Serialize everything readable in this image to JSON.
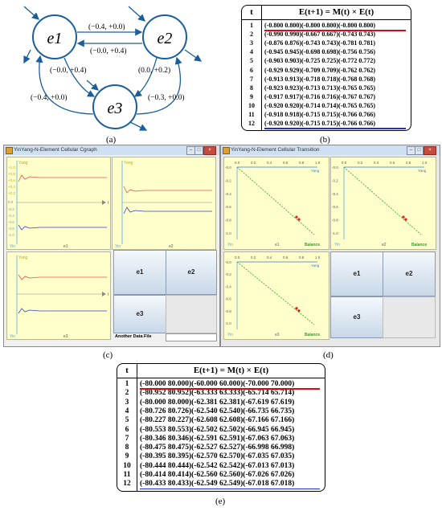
{
  "captions": {
    "a": "(a)",
    "b": "(b)",
    "c": "(c)",
    "d": "(d)",
    "e": "(e)"
  },
  "diagram": {
    "nodes": {
      "e1": "e1",
      "e2": "e2",
      "e3": "e3"
    },
    "edges": {
      "e1_e2_top": "(−0.4, +0.0)",
      "e2_e1": "(−0.0, +0.4)",
      "e1_e3": "(−0.0, +0.4)",
      "e2_e3": "(0.0, +0.2)",
      "e3_e1": "(−0.4, +0.0)",
      "e3_e2": "(−0.3, +0.0)"
    }
  },
  "table_b": {
    "head_t": "t",
    "head_f": "E(t+1) = M(t) × E(t)",
    "rows": [
      {
        "t": "1",
        "v": "(-0.800 0.800)(-0.800 0.800)(-0.800 0.800)"
      },
      {
        "t": "2",
        "v": "(-0.990 0.990)(-0.667 0.667)(-0.743 0.743)"
      },
      {
        "t": "3",
        "v": "(-0.876 0.876)(-0.743 0.743)(-0.781 0.781)"
      },
      {
        "t": "4",
        "v": "(-0.945 0.945)(-0.698 0.698)(-0.756 0.756)"
      },
      {
        "t": "5",
        "v": "(-0.903 0.903)(-0.725 0.725)(-0.772 0.772)"
      },
      {
        "t": "6",
        "v": "(-0.929 0.929)(-0.709 0.709)(-0.762 0.762)"
      },
      {
        "t": "7",
        "v": "(-0.913 0.913)(-0.718 0.718)(-0.768 0.768)"
      },
      {
        "t": "8",
        "v": "(-0.923 0.923)(-0.713 0.713)(-0.765 0.765)"
      },
      {
        "t": "9",
        "v": "(-0.917 0.917)(-0.716 0.716)(-0.767 0.767)"
      },
      {
        "t": "10",
        "v": "(-0.920 0.920)(-0.714 0.714)(-0.765 0.765)"
      },
      {
        "t": "11",
        "v": "(-0.918 0.918)(-0.715 0.715)(-0.766 0.766)"
      },
      {
        "t": "12",
        "v": "(-0.920 0.920)(-0.715 0.715)(-0.766 0.766)"
      }
    ]
  },
  "table_e": {
    "head_t": "t",
    "head_f": "E(t+1) = M(t) × E(t)",
    "rows": [
      {
        "t": "1",
        "v": "(-80.000 80.000)(-60.000 60.000)(-70.000 70.000)"
      },
      {
        "t": "2",
        "v": "(-80.952 80.952)(-63.333 63.333)(-65.714 65.714)"
      },
      {
        "t": "3",
        "v": "(-80.000 80.000)(-62.381 62.381)(-67.619 67.619)"
      },
      {
        "t": "4",
        "v": "(-80.726 80.726)(-62.540 62.540)(-66.735 66.735)"
      },
      {
        "t": "5",
        "v": "(-80.227 80.227)(-62.608 62.608)(-67.166 67.166)"
      },
      {
        "t": "6",
        "v": "(-80.553 80.553)(-62.502 62.502)(-66.945 66.945)"
      },
      {
        "t": "7",
        "v": "(-80.346 80.346)(-62.591 62.591)(-67.063 67.063)"
      },
      {
        "t": "8",
        "v": "(-80.475 80.475)(-62.527 62.527)(-66.998 66.998)"
      },
      {
        "t": "9",
        "v": "(-80.395 80.395)(-62.570 62.570)(-67.035 67.035)"
      },
      {
        "t": "10",
        "v": "(-80.444 80.444)(-62.542 62.542)(-67.013 67.013)"
      },
      {
        "t": "11",
        "v": "(-80.414 80.414)(-62.560 62.560)(-67.026 67.026)"
      },
      {
        "t": "12",
        "v": "(-80.433 80.433)(-62.549 62.549)(-67.018 67.018)"
      }
    ]
  },
  "window_c": {
    "title": "YinYang-N-Element Cellular Cgraph",
    "panels": [
      {
        "label": "e1",
        "yang": "Yang",
        "yin": "Yin",
        "ticks": [
          "+1.0",
          "+0.8",
          "+0.6",
          "+0.4",
          "+0.2",
          "0.0",
          "-0.2",
          "-0.4",
          "-0.6",
          "-0.8",
          "-1.0"
        ]
      },
      {
        "label": "e2",
        "yang": "Yang",
        "yin": "Yin"
      },
      {
        "label": "e3",
        "yang": "Yang",
        "yin": "Yin"
      }
    ],
    "buttons": {
      "e1": "e1",
      "e2": "e2",
      "e3": "e3"
    },
    "footer": "Another Data File",
    "t_label": "t"
  },
  "window_d": {
    "title": "YinYang-N-Element Cellular Transition",
    "panels": [
      {
        "label": "e1",
        "yang": "Yang",
        "yin": "Yin",
        "balance": "Balance"
      },
      {
        "label": "e2",
        "yang": "Yang",
        "yin": "Yin",
        "balance": "Balance"
      },
      {
        "label": "e3",
        "yang": "Yang",
        "yin": "Yin",
        "balance": "Balance"
      }
    ],
    "buttons": {
      "e1": "e1",
      "e2": "e2",
      "e3": "e3"
    },
    "xticks": [
      "0.0",
      "0.2",
      "0.4",
      "0.6",
      "0.8",
      "1.0"
    ],
    "yticks": [
      "-0.0",
      "-0.2",
      "-0.4",
      "-0.6",
      "-0.8",
      "-1.0"
    ]
  },
  "colors": {
    "node": "#1a5e9a",
    "red": "#d01010",
    "blue": "#2030c0",
    "panel": "#ffffcc",
    "green": "#22aa22"
  }
}
